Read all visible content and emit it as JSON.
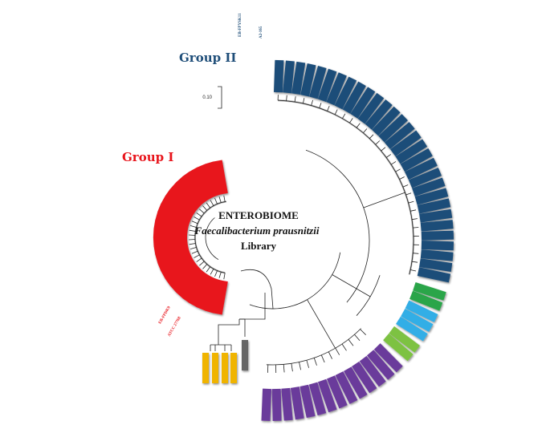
{
  "title": {
    "line1": "ENTEROBIOME",
    "line2": "Faecalibacterium prausnitzii",
    "line3": "Library"
  },
  "groups": [
    {
      "name": "Group II",
      "color": "#1f4e79"
    },
    {
      "name": "Group I",
      "color": "#e8141b"
    }
  ],
  "strain_labels": {
    "group2": [
      "EB-FPYSK11",
      "A2-165"
    ],
    "group1": [
      "EB-FPDK9",
      "ATCC 27768"
    ]
  },
  "scale_bar": {
    "label": "0.10"
  },
  "clade_colors": {
    "group1": "#e8141b",
    "group2": "#1f4e79",
    "green_dark": "#2aa54a",
    "light_blue": "#33aee6",
    "green_light": "#7dc242",
    "purple": "#6a3a9b",
    "yellow": "#f0b400",
    "gray": "#666666"
  }
}
